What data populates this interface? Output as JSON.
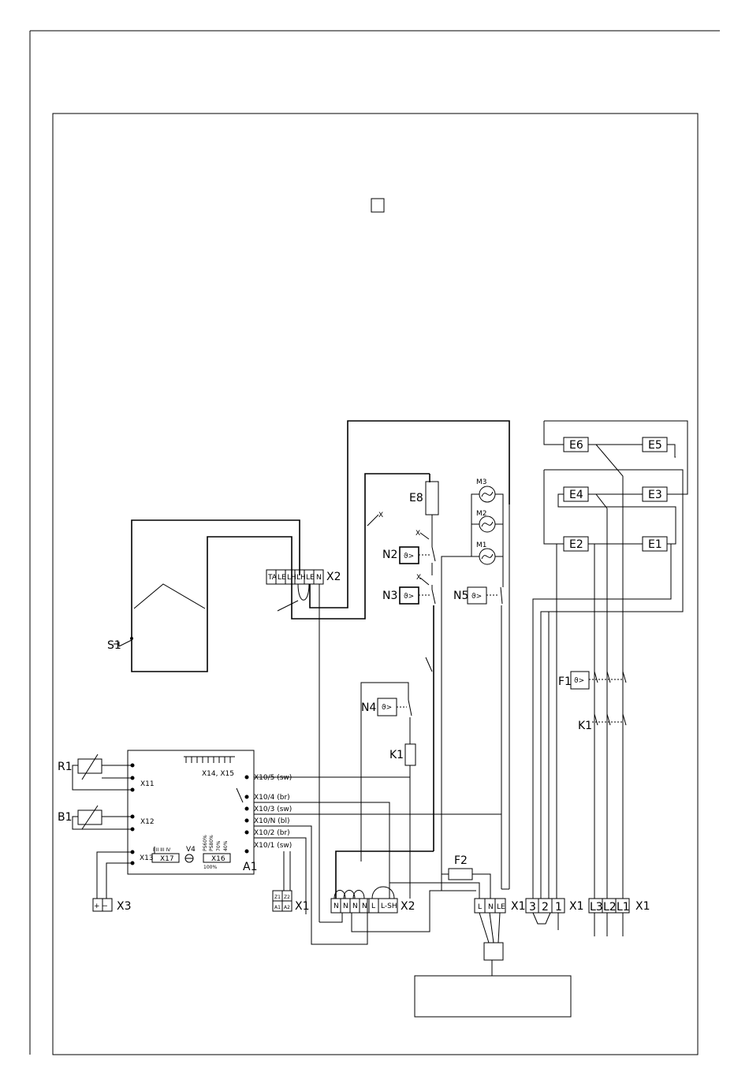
{
  "labels": {
    "s1": "S1",
    "x2_top": "X2",
    "x2_bottom": "X2",
    "e8": "E8",
    "n2": "N2",
    "n3": "N3",
    "n4": "N4",
    "n5": "N5",
    "m1": "M1",
    "m2": "M2",
    "m3": "M3",
    "x_a": "X",
    "x_b": "X",
    "x_c": "X",
    "e1": "E1",
    "e2": "E2",
    "e3": "E3",
    "e4": "E4",
    "e5": "E5",
    "e6": "E6",
    "f1": "F1",
    "k1_contactor": "K1",
    "k1_coil": "K1",
    "r1": "R1",
    "b1": "B1",
    "x3": "X3",
    "a1": "A1",
    "x11": "X11",
    "x12": "X12",
    "x13": "X13",
    "x14_15": "X14, X15",
    "x17": "X17",
    "x16": "X16",
    "v4": "V4",
    "x1_a": "X1",
    "x1_b": "X1",
    "x1_c": "X1",
    "x1_d": "X1",
    "f2": "F2",
    "roman": "I  II  III  IV",
    "ps60": "PS60%",
    "ps80": "PS80%",
    "p70": "70%",
    "p40": "40%",
    "p100": "100%",
    "x3_sym": "+ −"
  },
  "x2_top_terminals": [
    "TA",
    "LE",
    "LH",
    "LH",
    "LE",
    "N"
  ],
  "x2_bottom_terminals": [
    "N",
    "N",
    "N",
    "N",
    "L",
    "L-SH"
  ],
  "x1_main_terminals": [
    "L",
    "N",
    "LE"
  ],
  "x1_321_terminals": [
    "3",
    "2",
    "1"
  ],
  "x1_l_terminals": [
    "L3",
    "L2",
    "L1"
  ],
  "x1_a1a2_top": [
    "Z1",
    "Z2"
  ],
  "x1_a1a2_bottom": [
    "A1",
    "A2"
  ],
  "a1_connectors": [
    "X10/5 (sw)",
    "X10/4 (br)",
    "X10/3 (sw)",
    "X10/N (bl)",
    "X10/2 (br)",
    "X10/1 (sw)"
  ]
}
